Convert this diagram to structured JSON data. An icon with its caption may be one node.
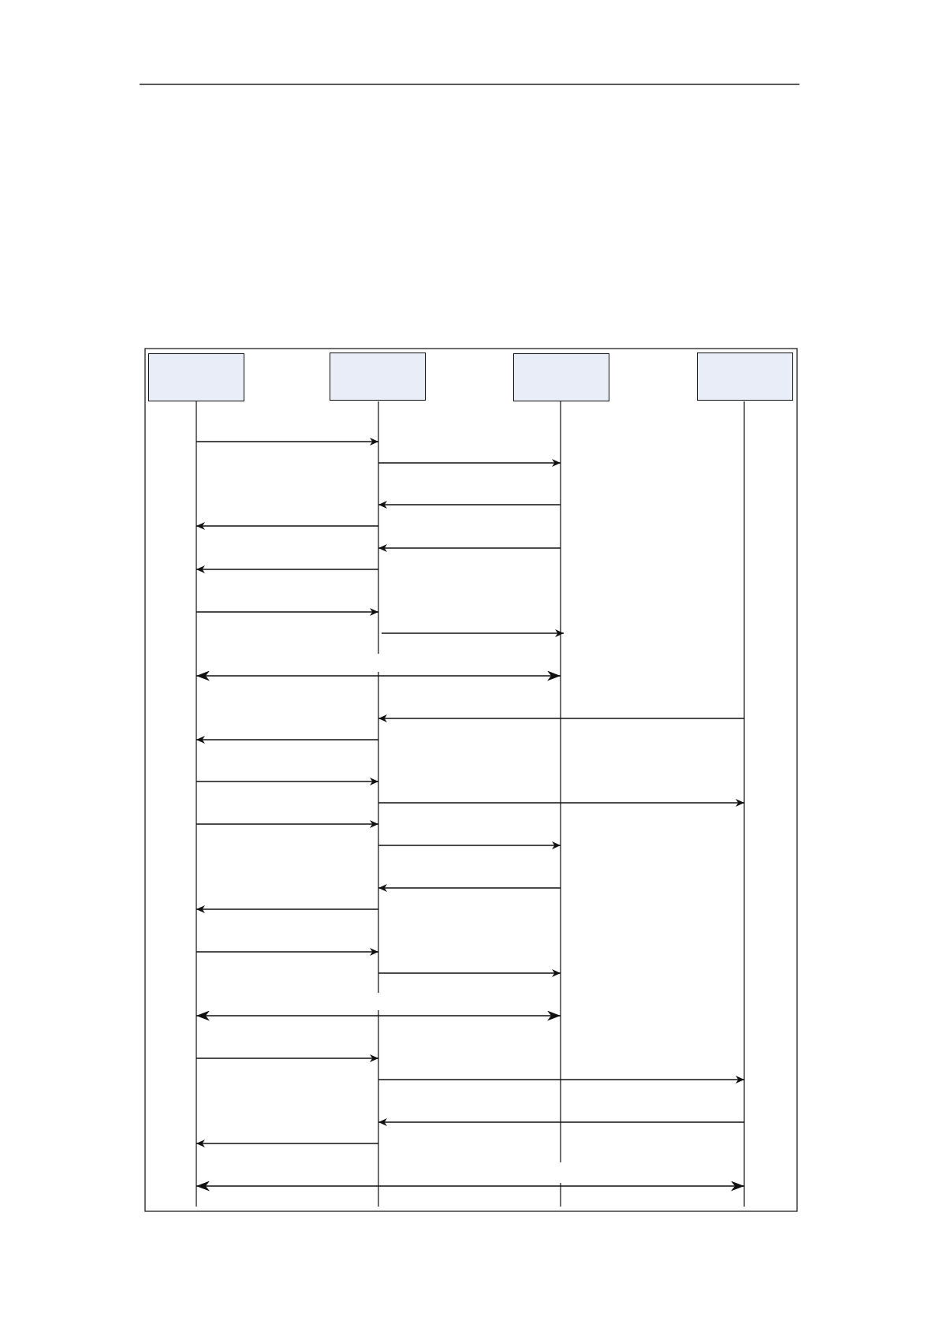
{
  "diagram": {
    "nodes": [
      {
        "text": [],
        "shape": "box"
      },
      {
        "text": [],
        "shape": "box"
      },
      {
        "text": [],
        "shape": "box"
      },
      {
        "text": [],
        "shape": "box"
      },
      {
        "text": [],
        "shape": "bar"
      },
      {
        "text": [],
        "shape": "bar"
      },
      {
        "text": [],
        "shape": "bar"
      },
      {
        "text": [],
        "shape": "bar"
      }
    ],
    "edges": [
      {
        "from": 4,
        "to": 5,
        "arrow": "to"
      },
      {
        "from": 5,
        "to": 6,
        "arrow": "to"
      },
      {
        "from": 6,
        "to": 5,
        "arrow": "to"
      },
      {
        "from": 5,
        "to": 4,
        "arrow": "to"
      },
      {
        "from": 6,
        "to": 5,
        "arrow": "to"
      },
      {
        "from": 5,
        "to": 4,
        "arrow": "to"
      },
      {
        "from": 4,
        "to": 5,
        "arrow": "to"
      },
      {
        "from": 5,
        "to": 6,
        "arrow": "to"
      },
      {
        "from": 4,
        "to": 6,
        "arrow": "both"
      },
      {
        "from": 7,
        "to": 5,
        "arrow": "to"
      },
      {
        "from": 5,
        "to": 4,
        "arrow": "to"
      },
      {
        "from": 4,
        "to": 5,
        "arrow": "to"
      },
      {
        "from": 5,
        "to": 7,
        "arrow": "to"
      },
      {
        "from": 4,
        "to": 5,
        "arrow": "to"
      },
      {
        "from": 5,
        "to": 6,
        "arrow": "to"
      },
      {
        "from": 6,
        "to": 5,
        "arrow": "to"
      },
      {
        "from": 5,
        "to": 4,
        "arrow": "to"
      },
      {
        "from": 4,
        "to": 5,
        "arrow": "to"
      },
      {
        "from": 5,
        "to": 6,
        "arrow": "to"
      },
      {
        "from": 4,
        "to": 6,
        "arrow": "both"
      },
      {
        "from": 4,
        "to": 5,
        "arrow": "to"
      },
      {
        "from": 5,
        "to": 7,
        "arrow": "to"
      },
      {
        "from": 7,
        "to": 5,
        "arrow": "to"
      },
      {
        "from": 5,
        "to": 4,
        "arrow": "to"
      },
      {
        "from": 4,
        "to": 7,
        "arrow": "both"
      }
    ]
  }
}
